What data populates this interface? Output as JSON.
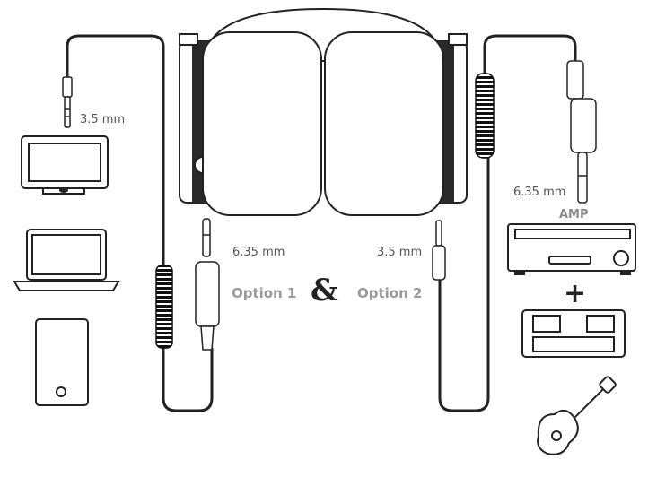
{
  "labels": {
    "left_jack_size": "3.5 mm",
    "center_left_jack_size": "6.35 mm",
    "center_right_jack_size": "3.5 mm",
    "right_jack_size": "6.35 mm",
    "amp": "AMP",
    "option1": "Option 1",
    "option2": "Option 2",
    "ampersand": "&",
    "plus": "+"
  },
  "devices_left": [
    "monitor-icon",
    "laptop-icon",
    "smartphone-icon"
  ],
  "devices_right": [
    "amplifier-icon",
    "keyboard-icon",
    "guitar-icon"
  ],
  "colors": {
    "line": "#222222",
    "text_gray": "#9a9a9a"
  }
}
